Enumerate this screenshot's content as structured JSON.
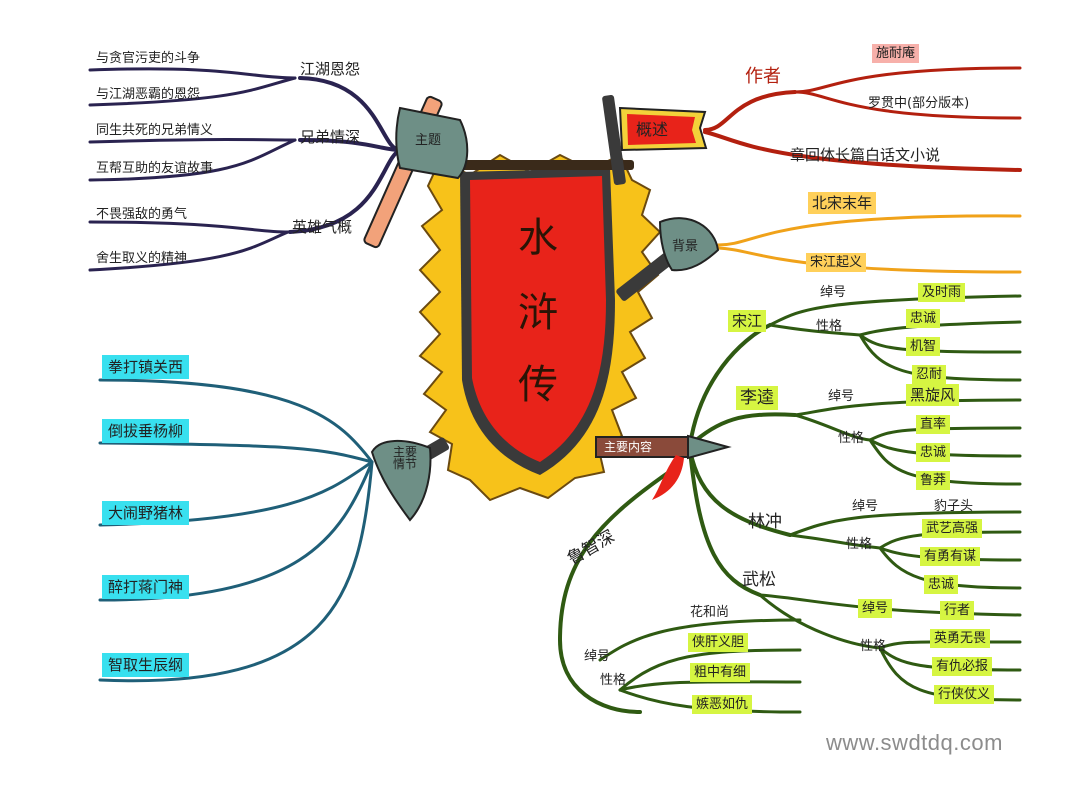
{
  "title": [
    "水",
    "浒",
    "传"
  ],
  "theme": {
    "label": "主题",
    "groups": [
      {
        "label": "江湖恩怨",
        "leaves": [
          "与贪官污吏的斗争",
          "与江湖恶霸的恩怨"
        ]
      },
      {
        "label": "兄弟情深",
        "leaves": [
          "同生共死的兄弟情义",
          "互帮互助的友谊故事"
        ]
      },
      {
        "label": "英雄气概",
        "leaves": [
          "不畏强敌的勇气",
          "舍生取义的精神"
        ]
      }
    ]
  },
  "overview": {
    "label": "概述",
    "author_label": "作者",
    "authors": [
      "施耐庵",
      "罗贯中(部分版本)"
    ],
    "genre": "章回体长篇白话文小说"
  },
  "background": {
    "label": "背景",
    "items": [
      "北宋末年",
      "宋江起义"
    ]
  },
  "plot": {
    "label": "主要情节",
    "items": [
      "拳打镇关西",
      "倒拔垂杨柳",
      "大闹野猪林",
      "醉打蒋门神",
      "智取生辰纲"
    ]
  },
  "content": {
    "label": "主要内容",
    "characters": [
      {
        "name": "宋江",
        "nick_label": "绰号",
        "nick": "及时雨",
        "trait_label": "性格",
        "traits": [
          "忠诚",
          "机智",
          "忍耐"
        ]
      },
      {
        "name": "李逵",
        "nick_label": "绰号",
        "nick": "黑旋风",
        "trait_label": "性格",
        "traits": [
          "直率",
          "忠诚",
          "鲁莽"
        ]
      },
      {
        "name": "林冲",
        "nick_label": "绰号",
        "nick": "豹子头",
        "trait_label": "性格",
        "traits": [
          "武艺高强",
          "有勇有谋",
          "忠诚"
        ]
      },
      {
        "name": "武松",
        "nick_label": "绰号",
        "nick": "行者",
        "trait_label": "性格",
        "traits": [
          "英勇无畏",
          "有仇必报",
          "行侠仗义"
        ]
      },
      {
        "name": "鲁智深",
        "nick_label": "绰号",
        "nick": "花和尚",
        "trait_label": "性格",
        "traits": [
          "侠肝义胆",
          "粗中有细",
          "嫉恶如仇"
        ]
      }
    ]
  },
  "watermark": "www.swdtdq.com",
  "colors": {
    "flag_red": "#e8231a",
    "flame_yellow": "#f7c21a",
    "theme_branch": "#2a2350",
    "overview_branch": "#b3200f",
    "background_branch": "#f0a21a",
    "plot_branch": "#1f5f78",
    "content_branch": "#2f5a12"
  }
}
